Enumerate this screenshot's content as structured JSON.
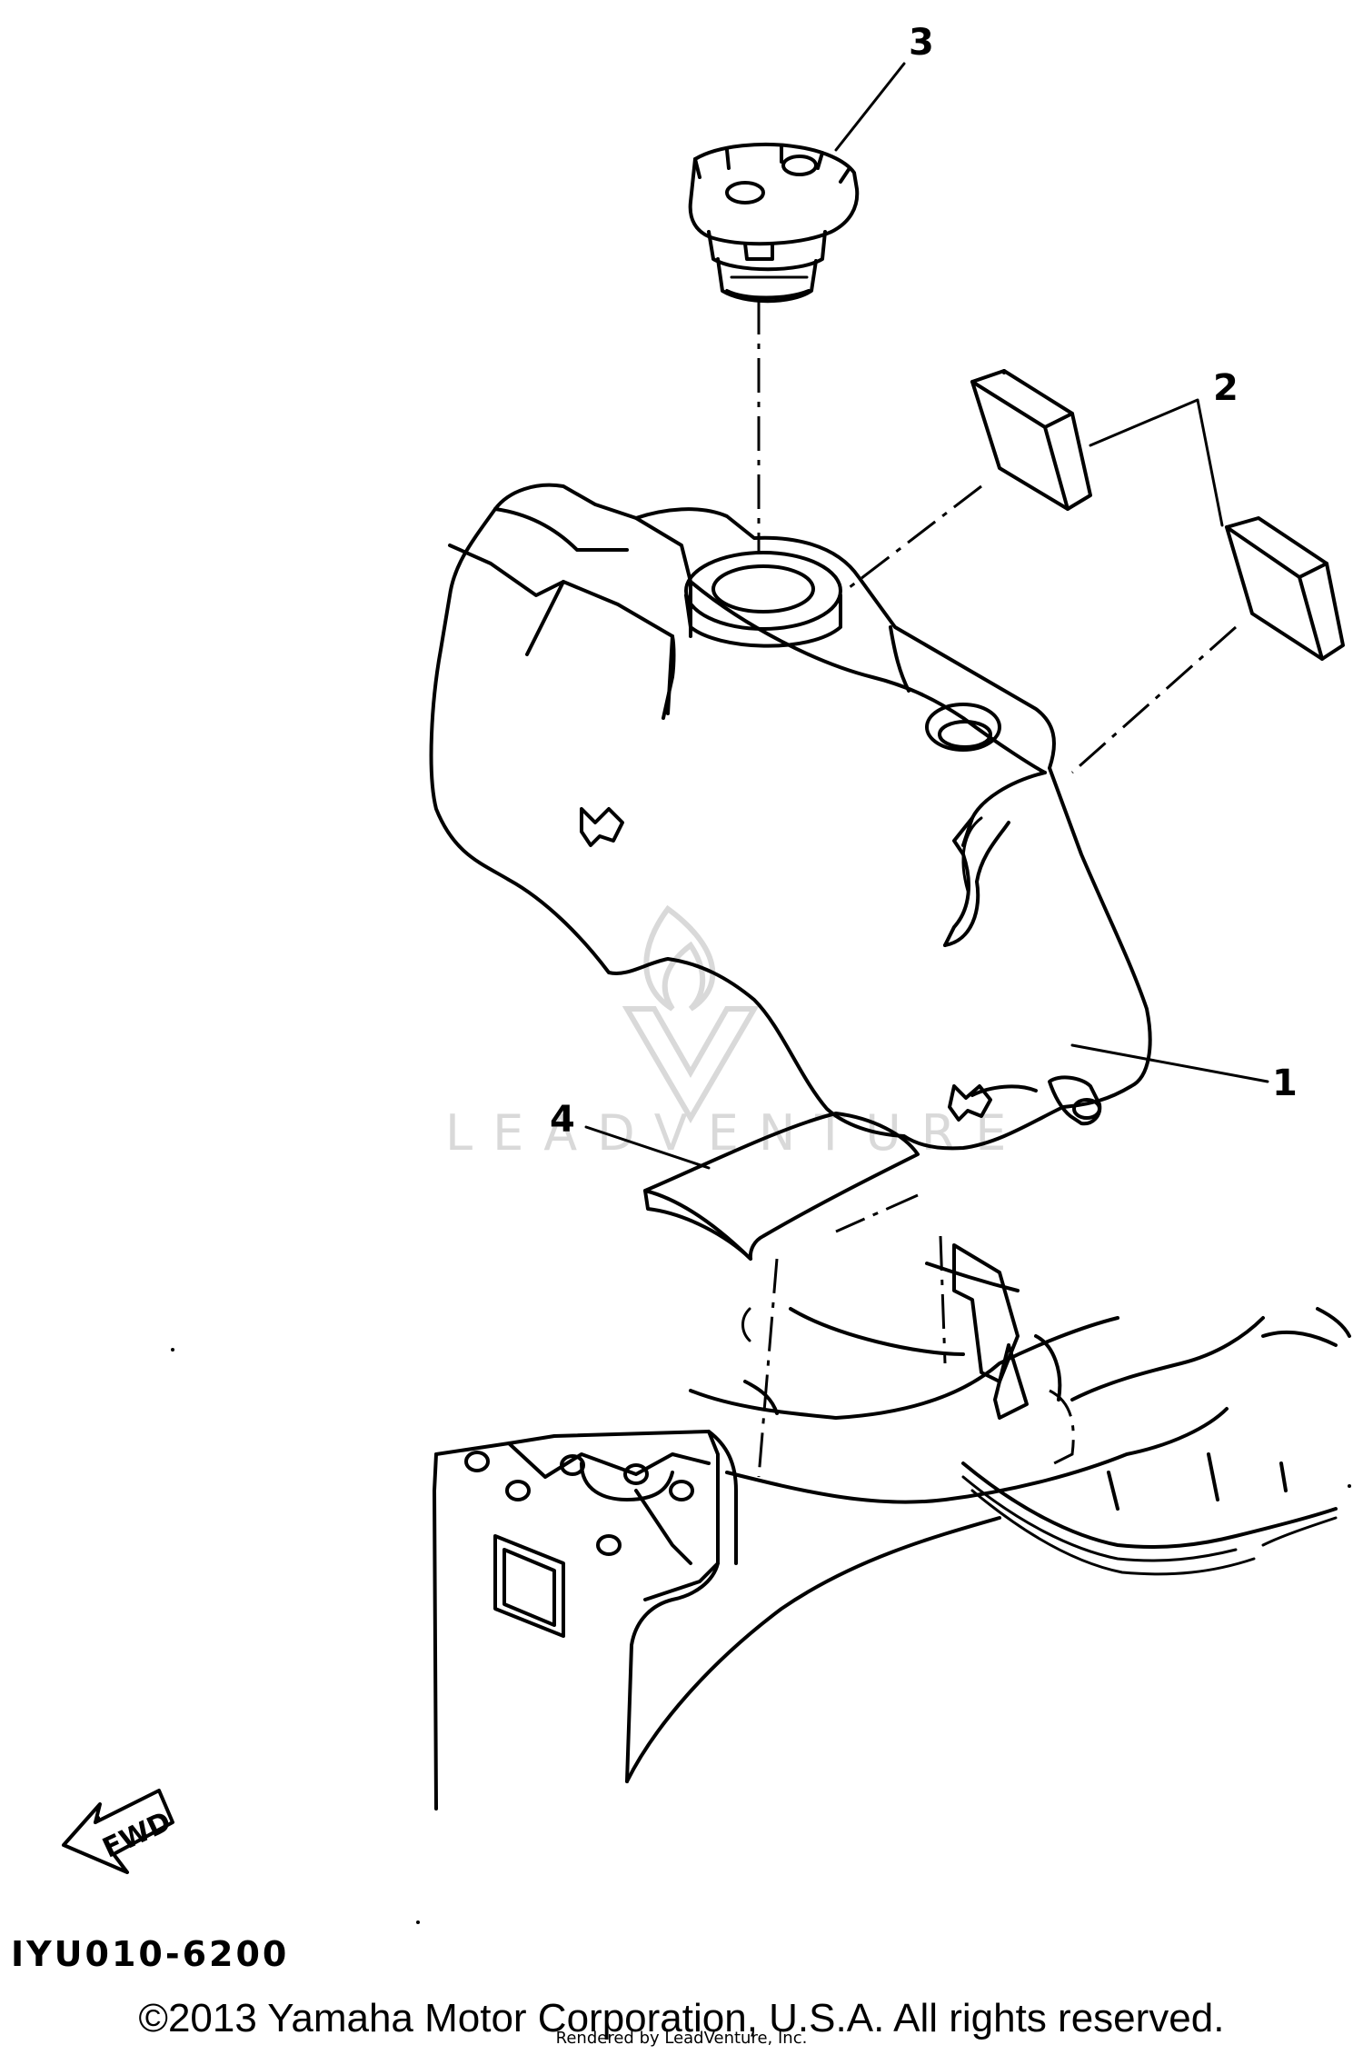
{
  "callouts": [
    {
      "number": "1",
      "part": "fuel-tank"
    },
    {
      "number": "2",
      "part": "damper"
    },
    {
      "number": "3",
      "part": "tank-cap"
    },
    {
      "number": "4",
      "part": "tank-band"
    }
  ],
  "watermark": {
    "text": "LEADVENTURE"
  },
  "forward_arrow": {
    "label": "FWD"
  },
  "diagram_code": "IYU010-6200",
  "copyright": "©2013 Yamaha Motor Corporation, U.S.A. All rights reserved.",
  "rendered_by": "Rendered by LeadVenture, Inc."
}
